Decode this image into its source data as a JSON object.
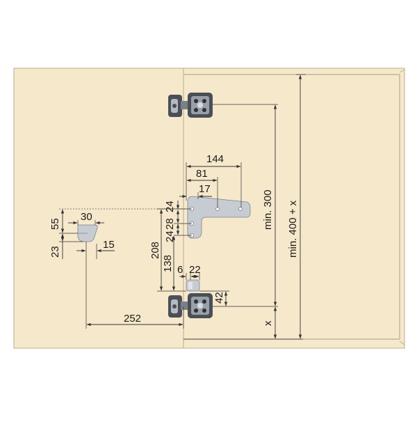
{
  "colors": {
    "panel": "#f6e8cb",
    "panel_edge": "#b9ab8c",
    "line": "#333333",
    "hinge_dark": "#4a4f57",
    "hinge_light": "#b5bac2",
    "plate": "#c7ccd3"
  },
  "icons": [
    "hinge-icon",
    "mounting-plate-icon",
    "cup-hole-icon",
    "stop-block-icon"
  ],
  "labels": {
    "d144": "144",
    "d81": "81",
    "d17": "17",
    "d24a": "24",
    "d24b": "24",
    "d28": "28",
    "d208": "208",
    "d138": "138",
    "d30": "30",
    "d55": "55",
    "d23": "23",
    "d15": "15",
    "d6": "6",
    "d22": "22",
    "d42": "42",
    "d252": "252",
    "dx": "x",
    "min300": "min. 300",
    "min400x": "min. 400 + x"
  }
}
